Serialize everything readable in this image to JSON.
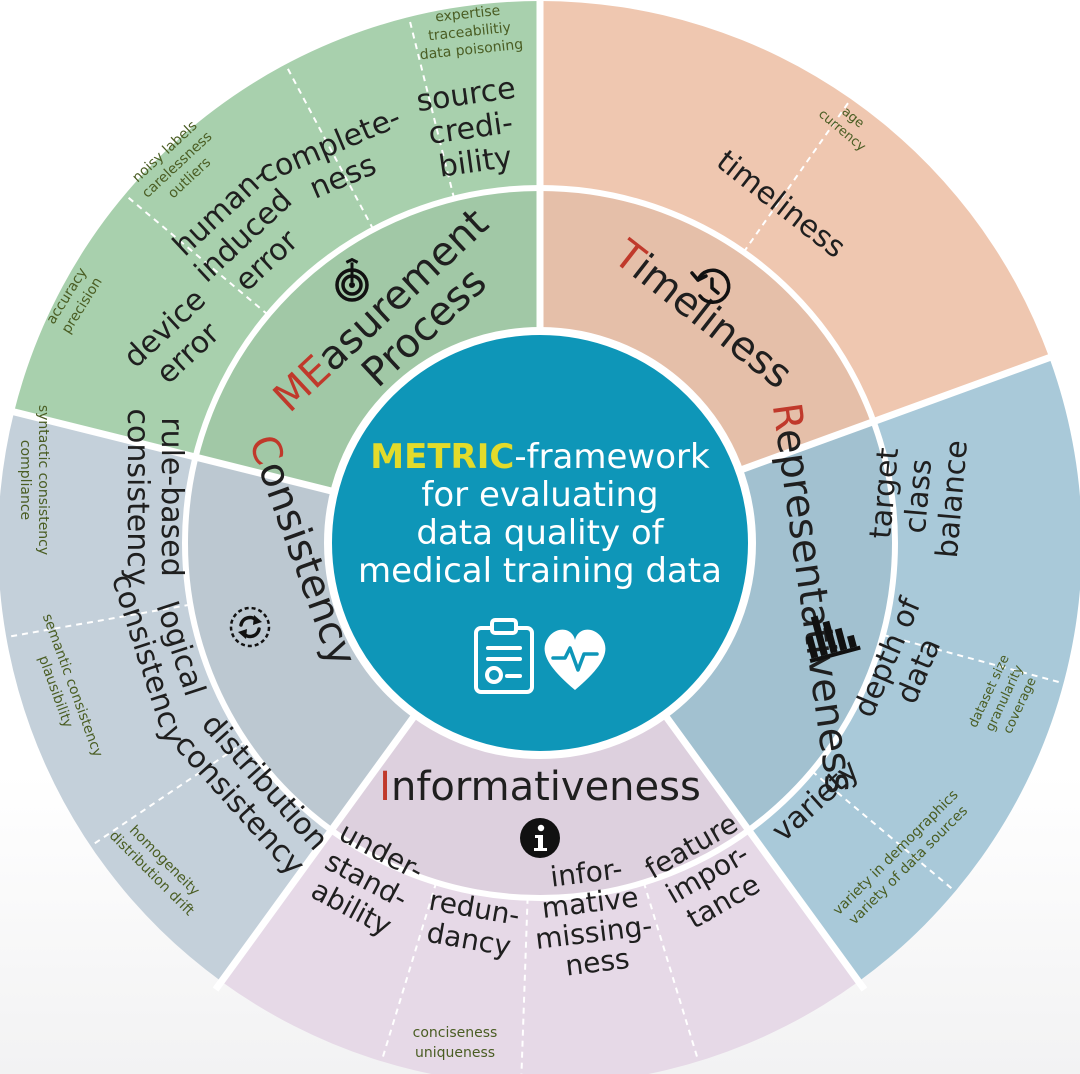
{
  "center": {
    "highlight": "METRIC",
    "line1_rest": "-framework",
    "line2": "for evaluating",
    "line3": "data quality of",
    "line4": "medical training data"
  },
  "colors": {
    "center": "#0e96b8",
    "measurement": "#a8d0ad",
    "timeliness": "#efc7b0",
    "representativeness": "#a9c9d9",
    "informativeness": "#e6d9e7",
    "consistency": "#c4d0da",
    "attribute_text": "#4a5d23",
    "initial_letter": "#c0392b",
    "highlight": "#e3db2b"
  },
  "dimensions": {
    "measurement": {
      "initial": "ME",
      "rest": "asurement",
      "line2": "Process",
      "icon": "target-icon"
    },
    "timeliness": {
      "initial": "T",
      "rest": "imeliness",
      "icon": "clock-history-icon"
    },
    "representativeness": {
      "initial": "R",
      "rest": "epresentativeness",
      "icon": "bar-chart-icon"
    },
    "informativeness": {
      "initial": "I",
      "rest": "nformativeness",
      "icon": "info-icon"
    },
    "consistency": {
      "initial": "C",
      "rest": "onsistency",
      "icon": "sync-icon"
    }
  },
  "clusters": {
    "device_error": [
      "device",
      "error"
    ],
    "human_induced_error": [
      "human-",
      "induced",
      "error"
    ],
    "completeness": [
      "complete-",
      "ness"
    ],
    "source_credibility": [
      "source",
      "credi-",
      "bility"
    ],
    "timeliness": [
      "timeliness"
    ],
    "target_class_balance": [
      "target",
      "class",
      "balance"
    ],
    "depth_of_data": [
      "depth of",
      "data"
    ],
    "variety": [
      "variety"
    ],
    "feature_importance": [
      "feature",
      "impor-",
      "tance"
    ],
    "informative_missingness": [
      "infor-",
      "mative",
      "missing-",
      "ness"
    ],
    "redundancy": [
      "redun-",
      "dancy"
    ],
    "understandability": [
      "under-",
      "stand-",
      "ability"
    ],
    "distribution_consistency": [
      "distribution",
      "consistency"
    ],
    "logical_consistency": [
      "logical",
      "consistency"
    ],
    "rule_based_consistency": [
      "rule-based",
      "consistency"
    ]
  },
  "attributes": {
    "device_error": [
      "accuracy",
      "precision"
    ],
    "human_induced_error": [
      "noisy labels",
      "carelessness",
      "outliers"
    ],
    "source_credibility": [
      "expertise",
      "traceabilitiy",
      "data poisoning"
    ],
    "timeliness": [
      "age",
      "currency"
    ],
    "depth_of_data": [
      "dataset size",
      "granularity",
      "coverage"
    ],
    "variety": [
      "variety in demographics",
      "variety of data sources"
    ],
    "redundancy": [
      "conciseness",
      "uniqueness"
    ],
    "distribution_consistency": [
      "homogeneity",
      "distribution drift"
    ],
    "logical_consistency": [
      "semantic consistency",
      "plausibility"
    ],
    "rule_based_consistency": [
      "syntactic consistency",
      "compliance"
    ]
  }
}
